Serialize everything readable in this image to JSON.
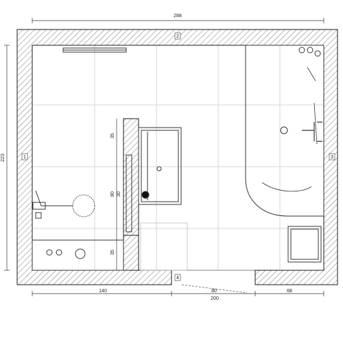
{
  "dimensions": {
    "top_total": "288",
    "left_total": "223",
    "bottom_left": "140",
    "bottom_door": "80",
    "bottom_total": "200",
    "bottom_right": "68",
    "partition_top": "35",
    "partition_mid_a": "80",
    "partition_mid_b": "30",
    "partition_bottom": "35"
  },
  "wall_tags": {
    "top": "2",
    "left": "1",
    "right": "3",
    "bottom": "4"
  },
  "colors": {
    "wall_outline": "#1a1a1a",
    "grid": "#d4d4d4",
    "fixture": "#333333"
  }
}
